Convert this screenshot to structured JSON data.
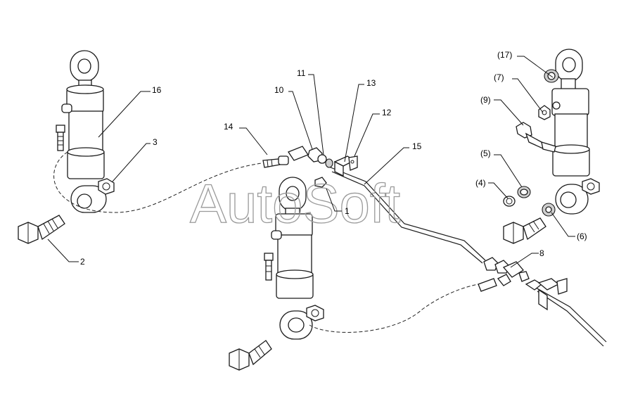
{
  "watermark": "AutoSoft",
  "callouts": [
    {
      "id": "c16",
      "text": "16"
    },
    {
      "id": "c3",
      "text": "3"
    },
    {
      "id": "c2",
      "text": "2"
    },
    {
      "id": "c14",
      "text": "14"
    },
    {
      "id": "c10",
      "text": "10"
    },
    {
      "id": "c11",
      "text": "11"
    },
    {
      "id": "c13",
      "text": "13"
    },
    {
      "id": "c12",
      "text": "12"
    },
    {
      "id": "c15",
      "text": "15"
    },
    {
      "id": "c1",
      "text": "1"
    },
    {
      "id": "c8",
      "text": "8"
    },
    {
      "id": "c17",
      "text": "(17)"
    },
    {
      "id": "c7",
      "text": "(7)"
    },
    {
      "id": "c9",
      "text": "(9)"
    },
    {
      "id": "c5",
      "text": "(5)"
    },
    {
      "id": "c4",
      "text": "(4)"
    },
    {
      "id": "c6",
      "text": "(6)"
    }
  ],
  "icons": [
    "hydraulic-cylinder-icon",
    "bolt-icon",
    "nut-icon",
    "hose-icon",
    "fitting-icon",
    "bracket-icon"
  ],
  "colors": {
    "line": "#1a1a1a",
    "watermark": "#9a9a9a",
    "background": "#ffffff"
  }
}
